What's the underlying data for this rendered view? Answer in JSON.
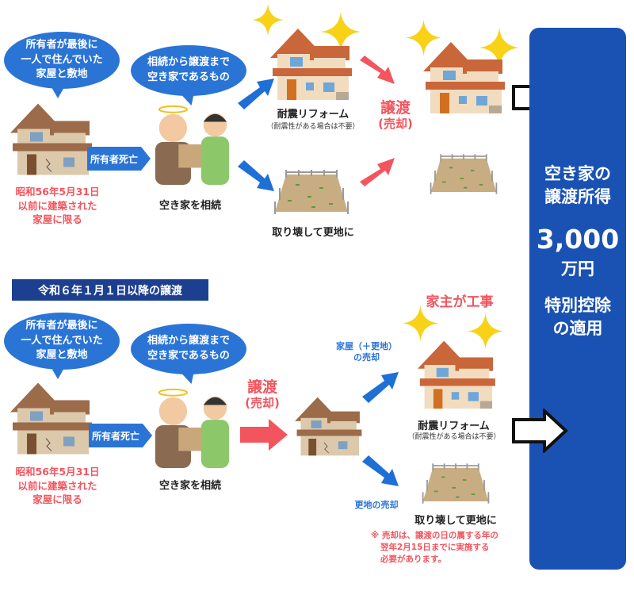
{
  "top": {
    "bubble_owner": [
      "所有者が最後に",
      "一人で住んでいた",
      "家屋と敷地"
    ],
    "bubble_inherit": [
      "相続から譲渡まで",
      "空き家であるもの"
    ],
    "owner_death": "所有者死亡",
    "inherit_label": "空き家を相続",
    "condition": [
      "昭和56年5月31日",
      "以前に建築された",
      "家屋に限る"
    ],
    "reform_label": "耐震リフォーム",
    "reform_note": "（耐震性がある場合は不要）",
    "demolish_label": "取り壊して更地に",
    "transfer": [
      "譲渡",
      "(売却)"
    ]
  },
  "bottom": {
    "banner": "令和６年１月１日以降の譲渡",
    "bubble_owner": [
      "所有者が最後に",
      "一人で住んでいた",
      "家屋と敷地"
    ],
    "bubble_inherit": [
      "相続から譲渡まで",
      "空き家であるもの"
    ],
    "owner_death": "所有者死亡",
    "inherit_label": "空き家を相続",
    "condition": [
      "昭和56年5月31日",
      "以前に建築された",
      "家屋に限る"
    ],
    "transfer": [
      "譲渡",
      "(売却)"
    ],
    "buyer_work": "家主が工事",
    "house_sale": [
      "家屋（＋更地）",
      "の売却"
    ],
    "land_sale": "更地の売却",
    "reform_label": "耐震リフォーム",
    "reform_note": "（耐震性がある場合は不要）",
    "demolish_label": "取り壊して更地に",
    "note": [
      "※ 売却は、譲渡の日の属する年の",
      "翌年2月15日までに実施する",
      "必要があります。"
    ]
  },
  "panel": {
    "line1": "空き家の",
    "line2": "譲渡所得",
    "amount": "3,000",
    "unit": "万円",
    "line3": "特別控除",
    "line4": "の適用"
  },
  "colors": {
    "blue": "#1a52b4",
    "bubble": "#2a74d6",
    "red": "#f2555e",
    "navy": "#1c3f8f"
  }
}
